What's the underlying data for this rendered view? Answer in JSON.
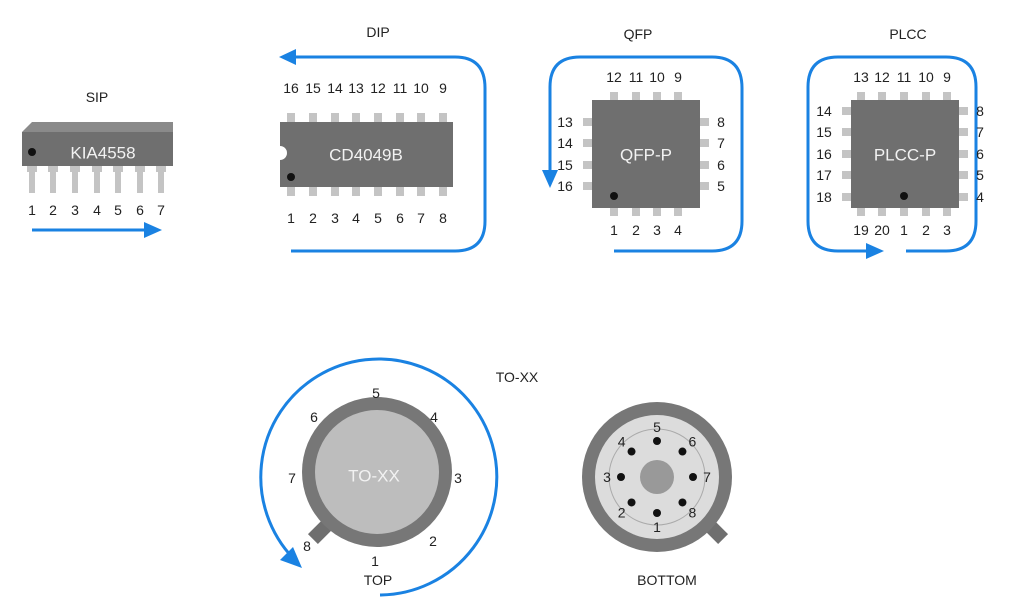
{
  "colors": {
    "arrow": "#1a82e2",
    "body": "#6f6f6f",
    "pin": "#c4c4c4"
  },
  "sip": {
    "title": "SIP",
    "chip_label": "KIA4558",
    "pins": [
      "1",
      "2",
      "3",
      "4",
      "5",
      "6",
      "7"
    ]
  },
  "dip": {
    "title": "DIP",
    "chip_label": "CD4049B",
    "top_pins": [
      "16",
      "15",
      "14",
      "13",
      "12",
      "11",
      "10",
      "9"
    ],
    "bottom_pins": [
      "1",
      "2",
      "3",
      "4",
      "5",
      "6",
      "7",
      "8"
    ]
  },
  "qfp": {
    "title": "QFP",
    "chip_label": "QFP-P",
    "top_pins": [
      "12",
      "11",
      "10",
      "9"
    ],
    "left_pins": [
      "13",
      "14",
      "15",
      "16"
    ],
    "right_pins": [
      "8",
      "7",
      "6",
      "5"
    ],
    "bottom_pins": [
      "1",
      "2",
      "3",
      "4"
    ]
  },
  "plcc": {
    "title": "PLCC",
    "chip_label": "PLCC-P",
    "top_pins": [
      "13",
      "12",
      "11",
      "10",
      "9"
    ],
    "left_pins": [
      "14",
      "15",
      "16",
      "17",
      "18"
    ],
    "right_pins": [
      "8",
      "7",
      "6",
      "5",
      "4"
    ],
    "bottom_pins": [
      "19",
      "20",
      "1",
      "2",
      "3"
    ]
  },
  "to": {
    "title": "TO-XX",
    "chip_label": "TO-XX",
    "top_caption": "TOP",
    "bottom_caption": "BOTTOM",
    "top_pins": [
      "5",
      "4",
      "3",
      "2",
      "1",
      "8",
      "7",
      "6"
    ],
    "bottom_pins": [
      "5",
      "6",
      "7",
      "8",
      "1",
      "2",
      "3",
      "4"
    ]
  }
}
